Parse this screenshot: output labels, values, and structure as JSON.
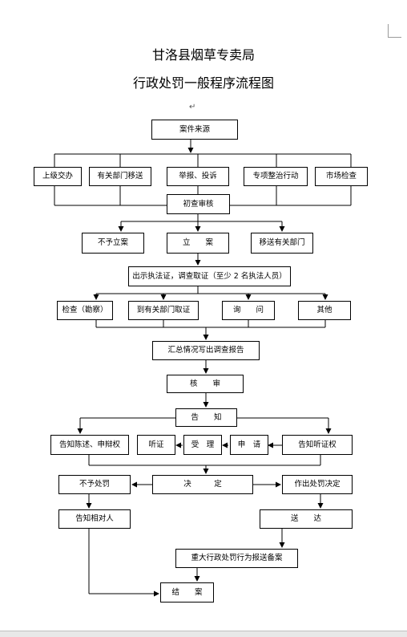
{
  "document": {
    "title_line1": "甘洛县烟草专卖局",
    "title_line2": "行政处罚一般程序流程图",
    "paragraph_mark": "↵"
  },
  "flowchart": {
    "case_source": "案件来源",
    "sources": [
      "上级交办",
      "有关部门移送",
      "举报、投诉",
      "专项整治行动",
      "市场检查"
    ],
    "initial_review": "初查审核",
    "outcomes1": [
      "不予立案",
      "立　　案",
      "移送有关部门"
    ],
    "investigation": "出示执法证，调查取证（至少 2 名执法人员）",
    "methods": [
      "检查（勘察）",
      "到有关部门取证",
      "询　　问",
      "其他"
    ],
    "report": "汇总情况写出调查报告",
    "review": "核　　审",
    "notify": "告　　知",
    "notify_left": "告知陈述、申辩权",
    "hearing_row": [
      "听证",
      "受　理",
      "申　请"
    ],
    "notify_right": "告知听证权",
    "decision": "决　　　定",
    "no_penalty": "不予处罚",
    "penalty_decision": "作出处罚决定",
    "inform_party": "告知相对人",
    "deliver": "送　　达",
    "major_report": "重大行政处罚行为报送备案",
    "close": "结　　案"
  }
}
